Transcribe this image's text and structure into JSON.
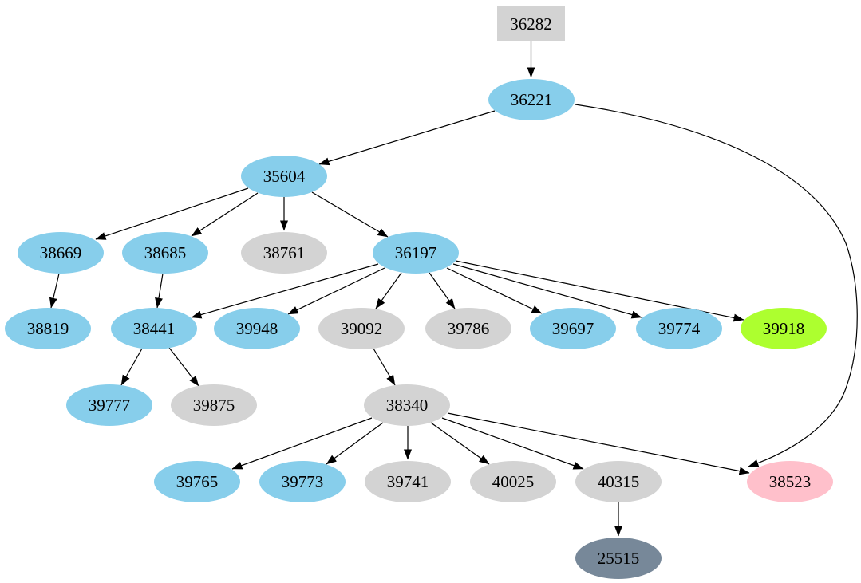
{
  "graph": {
    "type": "directed-graph",
    "background": "#ffffff",
    "palette": {
      "node_blue": "#87CEEB",
      "node_gray": "#D3D3D3",
      "node_green": "#ADFF2F",
      "node_pink": "#FFC0CB",
      "node_slate": "#778899",
      "edge_color": "#000000",
      "label_color": "#000000"
    },
    "nodes": [
      {
        "id": "36282",
        "label": "36282",
        "shape": "box",
        "color": "gray"
      },
      {
        "id": "36221",
        "label": "36221",
        "shape": "ellipse",
        "color": "blue"
      },
      {
        "id": "35604",
        "label": "35604",
        "shape": "ellipse",
        "color": "blue"
      },
      {
        "id": "38669",
        "label": "38669",
        "shape": "ellipse",
        "color": "blue"
      },
      {
        "id": "38685",
        "label": "38685",
        "shape": "ellipse",
        "color": "blue"
      },
      {
        "id": "38761",
        "label": "38761",
        "shape": "ellipse",
        "color": "gray"
      },
      {
        "id": "36197",
        "label": "36197",
        "shape": "ellipse",
        "color": "blue"
      },
      {
        "id": "38819",
        "label": "38819",
        "shape": "ellipse",
        "color": "blue"
      },
      {
        "id": "38441",
        "label": "38441",
        "shape": "ellipse",
        "color": "blue"
      },
      {
        "id": "39948",
        "label": "39948",
        "shape": "ellipse",
        "color": "blue"
      },
      {
        "id": "39092",
        "label": "39092",
        "shape": "ellipse",
        "color": "gray"
      },
      {
        "id": "39786",
        "label": "39786",
        "shape": "ellipse",
        "color": "gray"
      },
      {
        "id": "39697",
        "label": "39697",
        "shape": "ellipse",
        "color": "blue"
      },
      {
        "id": "39774",
        "label": "39774",
        "shape": "ellipse",
        "color": "blue"
      },
      {
        "id": "39918",
        "label": "39918",
        "shape": "ellipse",
        "color": "green"
      },
      {
        "id": "39777",
        "label": "39777",
        "shape": "ellipse",
        "color": "blue"
      },
      {
        "id": "39875",
        "label": "39875",
        "shape": "ellipse",
        "color": "gray"
      },
      {
        "id": "38340",
        "label": "38340",
        "shape": "ellipse",
        "color": "gray"
      },
      {
        "id": "39765",
        "label": "39765",
        "shape": "ellipse",
        "color": "blue"
      },
      {
        "id": "39773",
        "label": "39773",
        "shape": "ellipse",
        "color": "blue"
      },
      {
        "id": "39741",
        "label": "39741",
        "shape": "ellipse",
        "color": "gray"
      },
      {
        "id": "40025",
        "label": "40025",
        "shape": "ellipse",
        "color": "gray"
      },
      {
        "id": "40315",
        "label": "40315",
        "shape": "ellipse",
        "color": "gray"
      },
      {
        "id": "38523",
        "label": "38523",
        "shape": "ellipse",
        "color": "pink"
      },
      {
        "id": "25515",
        "label": "25515",
        "shape": "ellipse",
        "color": "slate"
      }
    ],
    "edges": [
      {
        "from": "36282",
        "to": "36221"
      },
      {
        "from": "36221",
        "to": "35604"
      },
      {
        "from": "36221",
        "to": "38523"
      },
      {
        "from": "35604",
        "to": "38669"
      },
      {
        "from": "35604",
        "to": "38685"
      },
      {
        "from": "35604",
        "to": "38761"
      },
      {
        "from": "35604",
        "to": "36197"
      },
      {
        "from": "38669",
        "to": "38819"
      },
      {
        "from": "38685",
        "to": "38441"
      },
      {
        "from": "36197",
        "to": "38441"
      },
      {
        "from": "36197",
        "to": "39948"
      },
      {
        "from": "36197",
        "to": "39092"
      },
      {
        "from": "36197",
        "to": "39786"
      },
      {
        "from": "36197",
        "to": "39697"
      },
      {
        "from": "36197",
        "to": "39774"
      },
      {
        "from": "36197",
        "to": "39918"
      },
      {
        "from": "38441",
        "to": "39777"
      },
      {
        "from": "38441",
        "to": "39875"
      },
      {
        "from": "39092",
        "to": "38340"
      },
      {
        "from": "38340",
        "to": "39765"
      },
      {
        "from": "38340",
        "to": "39773"
      },
      {
        "from": "38340",
        "to": "39741"
      },
      {
        "from": "38340",
        "to": "40025"
      },
      {
        "from": "38340",
        "to": "40315"
      },
      {
        "from": "38340",
        "to": "38523"
      },
      {
        "from": "40315",
        "to": "25515"
      }
    ]
  }
}
